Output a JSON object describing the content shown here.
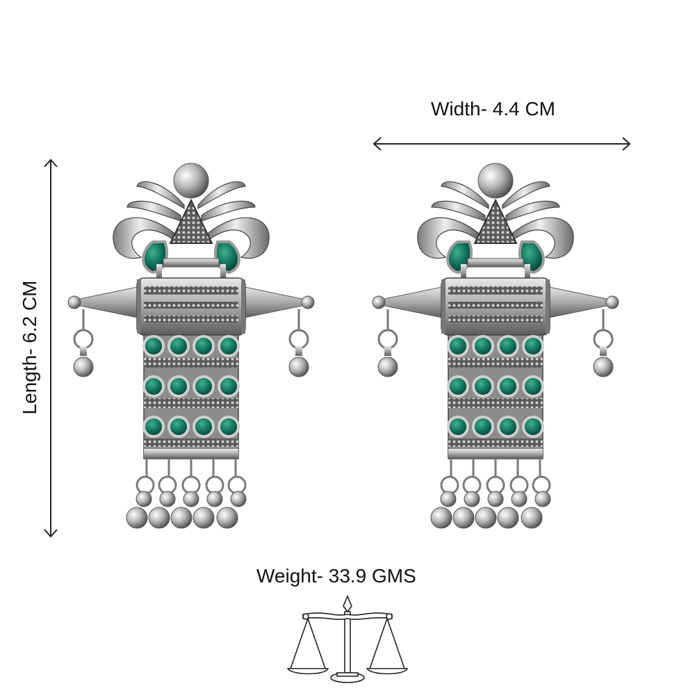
{
  "dimensions": {
    "width_label": "Width- 4.4 CM",
    "length_label": "Length- 6.2 CM",
    "weight_label": "Weight- 33.9 GMS"
  },
  "icons": {
    "measure_arrows": "double-arrow-icon",
    "weight": "balance-scale-icon"
  },
  "colors": {
    "background": "#ffffff",
    "silver": "#b8b8b8",
    "stone_green": "#0d6b55",
    "text": "#111111"
  }
}
